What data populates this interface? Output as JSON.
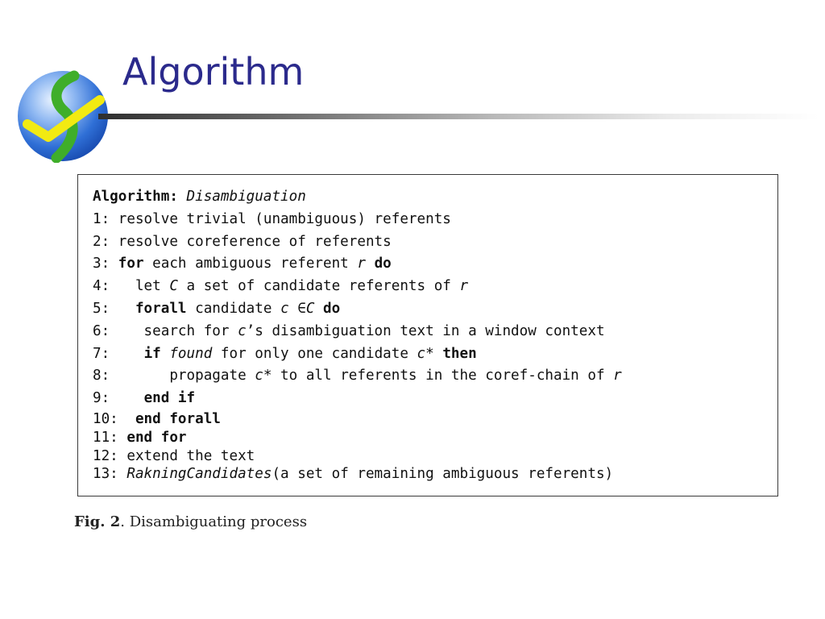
{
  "slide": {
    "title": "Algorithm"
  },
  "algorithm": {
    "header_label": "Algorithm:",
    "header_name": "Disambiguation",
    "lines": [
      {
        "num": "1:",
        "segments": [
          {
            "t": " resolve trivial (unambiguous) referents",
            "s": ""
          }
        ]
      },
      {
        "num": "2:",
        "segments": [
          {
            "t": " resolve coreference of referents",
            "s": ""
          }
        ]
      },
      {
        "num": "3:",
        "segments": [
          {
            "t": " ",
            "s": ""
          },
          {
            "t": "for",
            "s": "b"
          },
          {
            "t": " each ambiguous referent ",
            "s": ""
          },
          {
            "t": "r",
            "s": "i"
          },
          {
            "t": " ",
            "s": ""
          },
          {
            "t": "do",
            "s": "b"
          }
        ]
      },
      {
        "num": "4:",
        "segments": [
          {
            "t": "   let ",
            "s": ""
          },
          {
            "t": "C",
            "s": "i"
          },
          {
            "t": " a set of candidate referents of ",
            "s": ""
          },
          {
            "t": "r",
            "s": "i"
          }
        ]
      },
      {
        "num": "5:",
        "segments": [
          {
            "t": "   ",
            "s": ""
          },
          {
            "t": "forall",
            "s": "b"
          },
          {
            "t": " candidate ",
            "s": ""
          },
          {
            "t": "c",
            "s": "i"
          },
          {
            "t": " ∈",
            "s": ""
          },
          {
            "t": "C",
            "s": "i"
          },
          {
            "t": " ",
            "s": ""
          },
          {
            "t": "do",
            "s": "b"
          }
        ]
      },
      {
        "num": "6:",
        "segments": [
          {
            "t": "    search for ",
            "s": ""
          },
          {
            "t": "c",
            "s": "i"
          },
          {
            "t": "’s disambiguation text in a window context",
            "s": ""
          }
        ]
      },
      {
        "num": "7:",
        "segments": [
          {
            "t": "    ",
            "s": ""
          },
          {
            "t": "if",
            "s": "b"
          },
          {
            "t": " ",
            "s": ""
          },
          {
            "t": "found",
            "s": "i"
          },
          {
            "t": " for only one candidate ",
            "s": ""
          },
          {
            "t": "c*",
            "s": "i"
          },
          {
            "t": " ",
            "s": ""
          },
          {
            "t": "then",
            "s": "b"
          }
        ]
      },
      {
        "num": "8:",
        "segments": [
          {
            "t": "       propagate ",
            "s": ""
          },
          {
            "t": "c*",
            "s": "i"
          },
          {
            "t": " to all referents in the coref-chain of ",
            "s": ""
          },
          {
            "t": "r",
            "s": "i"
          }
        ]
      },
      {
        "num": "9:",
        "segments": [
          {
            "t": "    ",
            "s": ""
          },
          {
            "t": "end if",
            "s": "b"
          }
        ]
      },
      {
        "num": "10:",
        "segments": [
          {
            "t": "  ",
            "s": ""
          },
          {
            "t": "end forall",
            "s": "b"
          }
        ]
      },
      {
        "num": "11:",
        "segments": [
          {
            "t": " ",
            "s": ""
          },
          {
            "t": "end for",
            "s": "b"
          }
        ]
      },
      {
        "num": "12:",
        "segments": [
          {
            "t": " extend the text",
            "s": ""
          }
        ]
      },
      {
        "num": "13:",
        "segments": [
          {
            "t": " ",
            "s": ""
          },
          {
            "t": "RakningCandidates",
            "s": "i"
          },
          {
            "t": "(a set of remaining ambiguous referents)",
            "s": ""
          }
        ]
      }
    ]
  },
  "caption": {
    "label": "Fig. 2",
    "text": ". Disambiguating process"
  },
  "colors": {
    "title": "#2b2a8c",
    "logo_blue": "#2f6fd6",
    "logo_green": "#3fae2a",
    "logo_yellow": "#f2ea12"
  }
}
